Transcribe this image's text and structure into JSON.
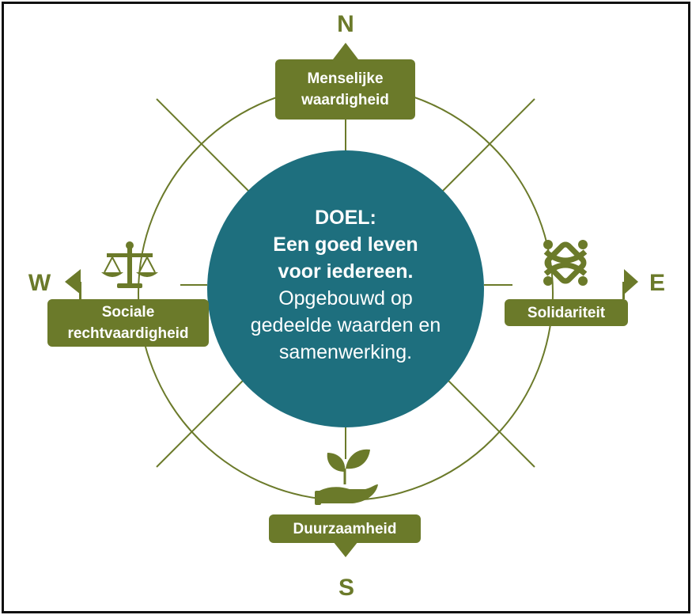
{
  "colors": {
    "olive": "#6b7a2a",
    "teal": "#1e6f7e",
    "frame": "#111111",
    "text_on_dark": "#ffffff"
  },
  "compass": {
    "north": "N",
    "east": "E",
    "south": "S",
    "west": "W"
  },
  "labels": {
    "north_line1": "Menselijke",
    "north_line2": "waardigheid",
    "west_line1": "Sociale",
    "west_line2": "rechtvaardigheid",
    "east": "Solidariteit",
    "south": "Duurzaamheid"
  },
  "icons": {
    "west": "scales-of-justice-icon",
    "east": "interlocking-people-knot-icon",
    "south": "hand-holding-plant-icon"
  },
  "center": {
    "line1": "DOEL:",
    "line2": "Een goed leven",
    "line3": "voor iedereen.",
    "line4": "Opgebouwd op",
    "line5": "gedeelde waarden en",
    "line6": "samenwerking."
  }
}
